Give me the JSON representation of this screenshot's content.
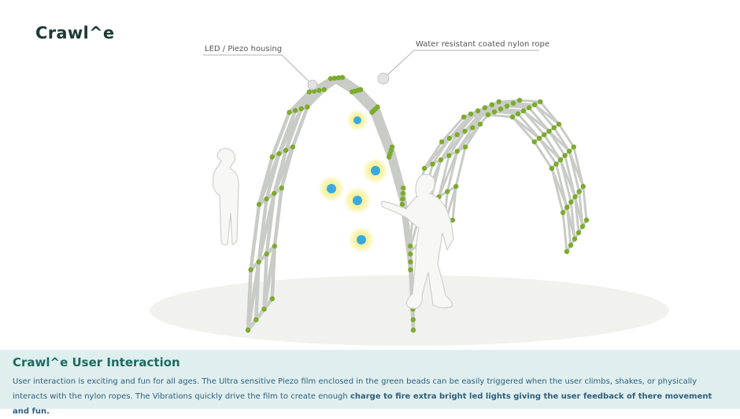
{
  "brand": {
    "title": "Crawl^e"
  },
  "callouts": {
    "led": "LED / Piezo housing",
    "rope": "Water resistant coated nylon rope"
  },
  "panel": {
    "title": "Crawl^e User Interaction",
    "body_regular": "User interaction is exciting and fun for all ages.  The Ultra sensitive Piezo film enclosed in the green beads can be easily triggered when the user climbs, shakes, or physically interacts with the nylon ropes.  The Vibrations quickly drive the film to create enough ",
    "body_emphasis": "charge to fire extra bright led lights giving the user feedback of there movement and fun."
  },
  "colors": {
    "brand": "#1d3b34",
    "panel_bg": "#dfefee",
    "panel_title": "#1f6a61",
    "panel_text": "#2f5e7e",
    "bead": "#7cab2c",
    "rope": "#c9cbc6",
    "led_glow": "#f4ec70",
    "led_core": "#3aa9e0"
  }
}
